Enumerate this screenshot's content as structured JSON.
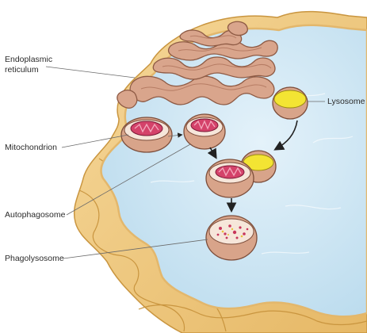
{
  "labels": {
    "er_line1": "Endoplasmic",
    "er_line2": "reticulum",
    "mitochondrion": "Mitochondrion",
    "lysosome": "Lysosome",
    "autophagosome": "Autophagosome",
    "phagolysosome": "Phagolysosome"
  },
  "colors": {
    "cytoplasm": "#cfe6f3",
    "membrane": "#f2c98a",
    "membrane_edge": "#c9953f",
    "er_fill": "#d9a58c",
    "er_edge": "#8e5a44",
    "vesicle_outer": "#d8a48a",
    "vesicle_inner": "#f6e6da",
    "mito_fill": "#d4426a",
    "lysosome_fill": "#f3e433",
    "arrow": "#222222"
  },
  "icons": {
    "arrow": "arrow-icon"
  }
}
